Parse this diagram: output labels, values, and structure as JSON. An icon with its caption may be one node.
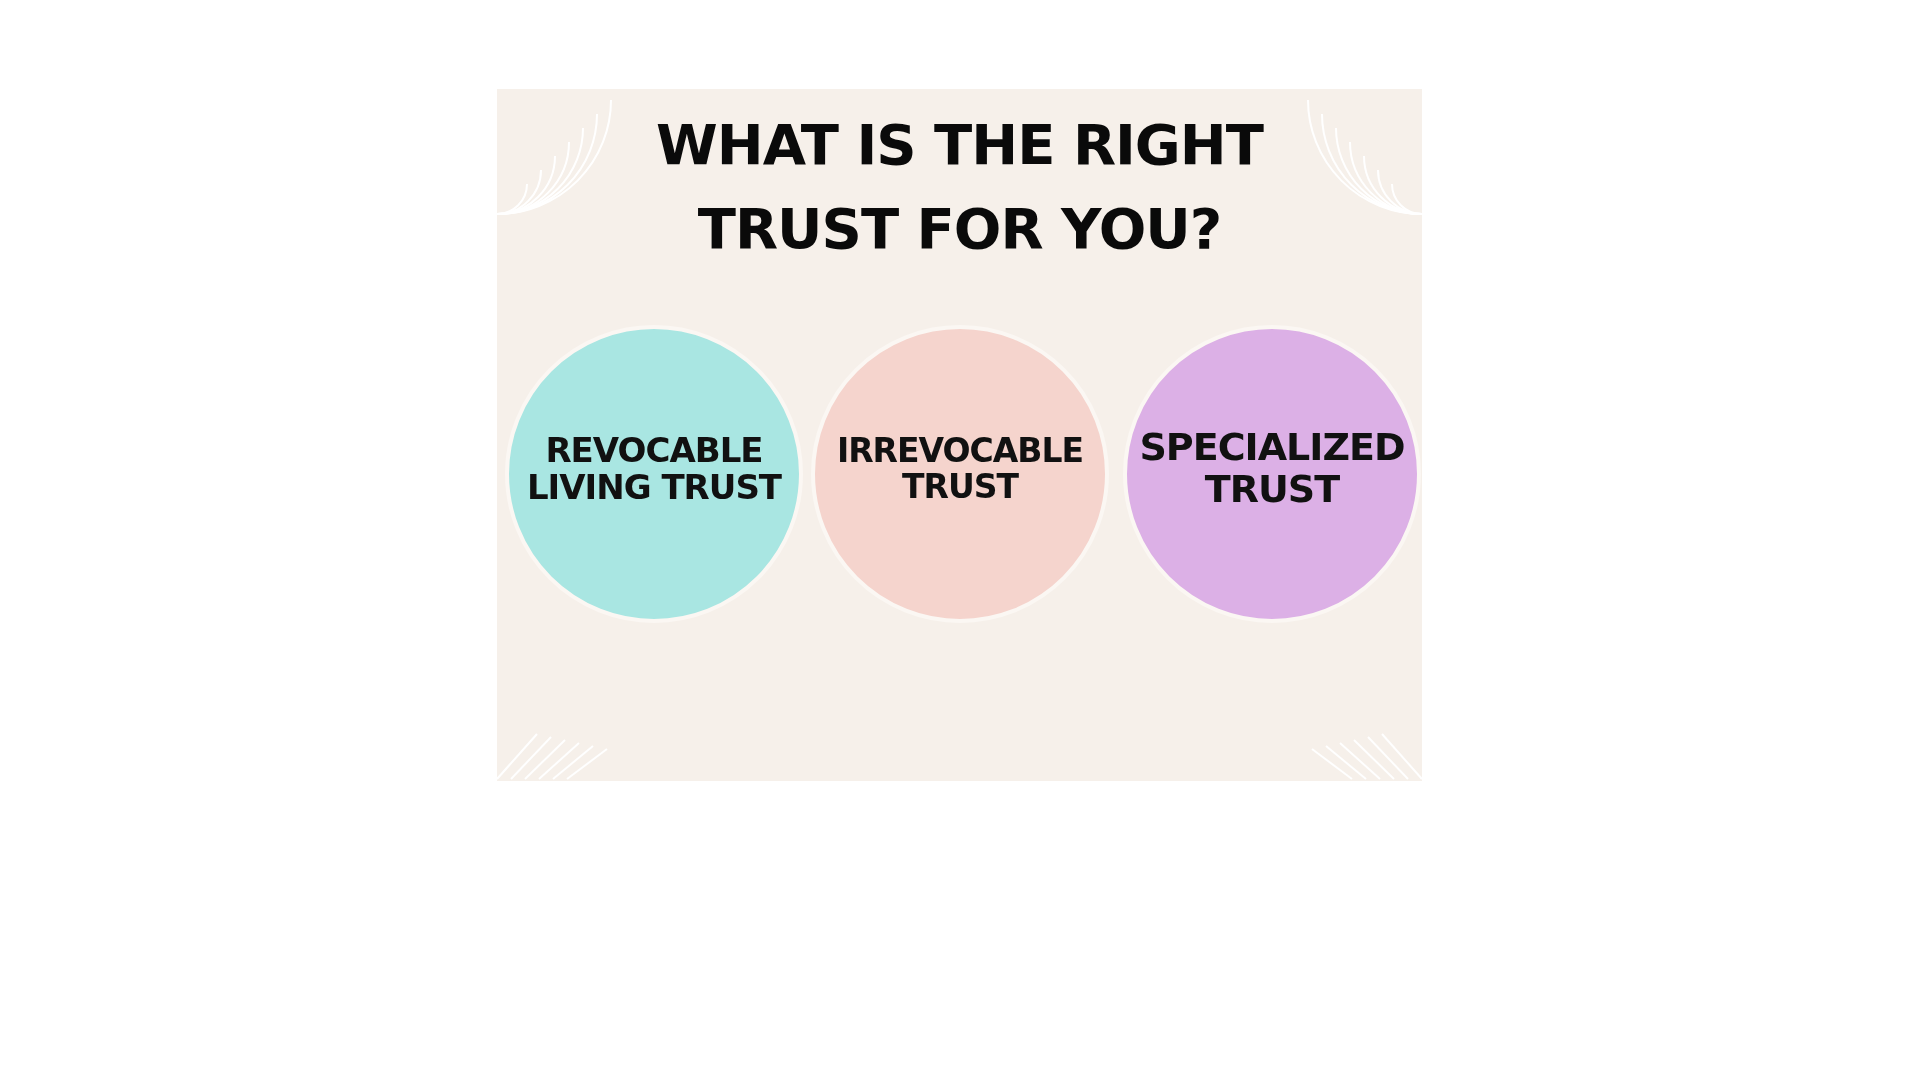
{
  "diagram": {
    "title": "WHAT IS THE RIGHT TRUST FOR YOU?",
    "nodes": [
      {
        "text": [
          "REVOCABLE LIVING TRUST"
        ]
      },
      {
        "text": [
          "IRREVOCABLE TRUST"
        ]
      },
      {
        "text": [
          "SPECIALIZED TRUST"
        ]
      }
    ]
  }
}
